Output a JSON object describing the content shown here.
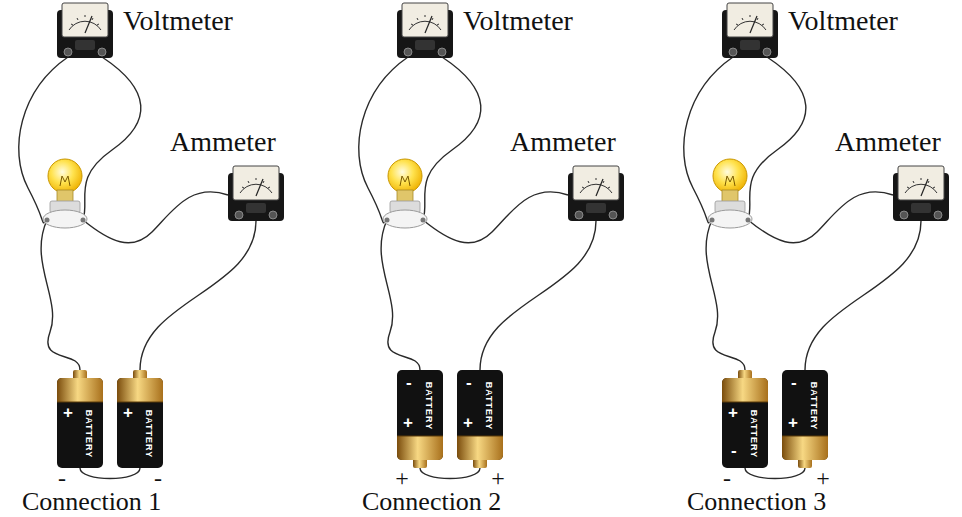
{
  "diagram": {
    "nodes": [
      {
        "text": [
          "Voltmeter"
        ]
      },
      {
        "text": [
          "Ammeter"
        ]
      },
      {
        "text": [
          "+",
          "BATTERY"
        ]
      },
      {
        "text": [
          "+",
          "BATTERY"
        ]
      },
      {
        "text": [
          "Voltmeter"
        ]
      },
      {
        "text": [
          "Ammeter"
        ]
      },
      {
        "text": [
          "-",
          "BATTERY",
          "+"
        ]
      },
      {
        "text": [
          "-",
          "BATTERY",
          "+"
        ]
      },
      {
        "text": [
          "Voltmeter"
        ]
      },
      {
        "text": [
          "Ammeter"
        ]
      },
      {
        "text": [
          "+",
          "BATTERY",
          "-"
        ]
      },
      {
        "text": [
          "-",
          "BATTERY",
          "+"
        ]
      }
    ],
    "edges": [
      {
        "from": 1,
        "to": 3,
        "arrow": "none"
      },
      {
        "from": 2,
        "to": 3,
        "arrow": "none"
      },
      {
        "from": 5,
        "to": 7,
        "arrow": "none"
      },
      {
        "from": 6,
        "to": 7,
        "arrow": "none"
      },
      {
        "from": 9,
        "to": 11,
        "arrow": "none"
      },
      {
        "from": 10,
        "to": 11,
        "arrow": "none"
      }
    ],
    "labels": [
      "-",
      "-",
      "Connection 1",
      "+",
      "+",
      "Connection 2",
      "-",
      "+",
      "Connection 3"
    ]
  }
}
